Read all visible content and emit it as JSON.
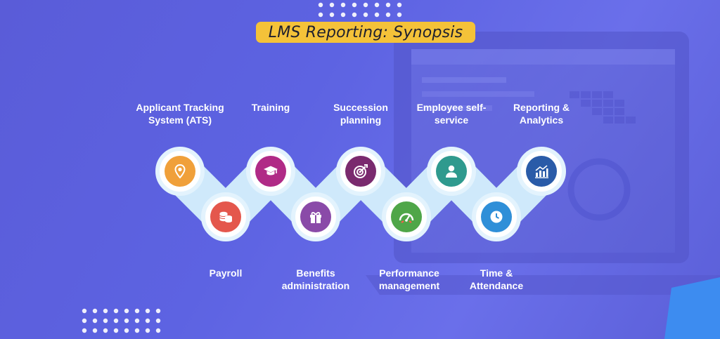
{
  "title": "LMS Reporting: Synopsis",
  "top_modules": [
    {
      "label": "Applicant Tracking System (ATS)",
      "icon": "location-pin-icon",
      "color": "#f0a03a"
    },
    {
      "label": "Training",
      "icon": "graduation-cap-icon",
      "color": "#b02a86"
    },
    {
      "label": "Succession planning",
      "icon": "target-icon",
      "color": "#7a2a6e"
    },
    {
      "label": "Employee self-service",
      "icon": "user-icon",
      "color": "#2f9a8e"
    },
    {
      "label": "Reporting & Analytics",
      "icon": "bar-chart-icon",
      "color": "#2a5ba8"
    }
  ],
  "bottom_modules": [
    {
      "label": "Payroll",
      "icon": "coins-icon",
      "color": "#e4574c"
    },
    {
      "label": "Benefits administration",
      "icon": "gift-icon",
      "color": "#8a4aa8"
    },
    {
      "label": "Performance management",
      "icon": "gauge-icon",
      "color": "#4fa648"
    },
    {
      "label": "Time & Attendance",
      "icon": "clock-icon",
      "color": "#2f8fd8"
    }
  ]
}
